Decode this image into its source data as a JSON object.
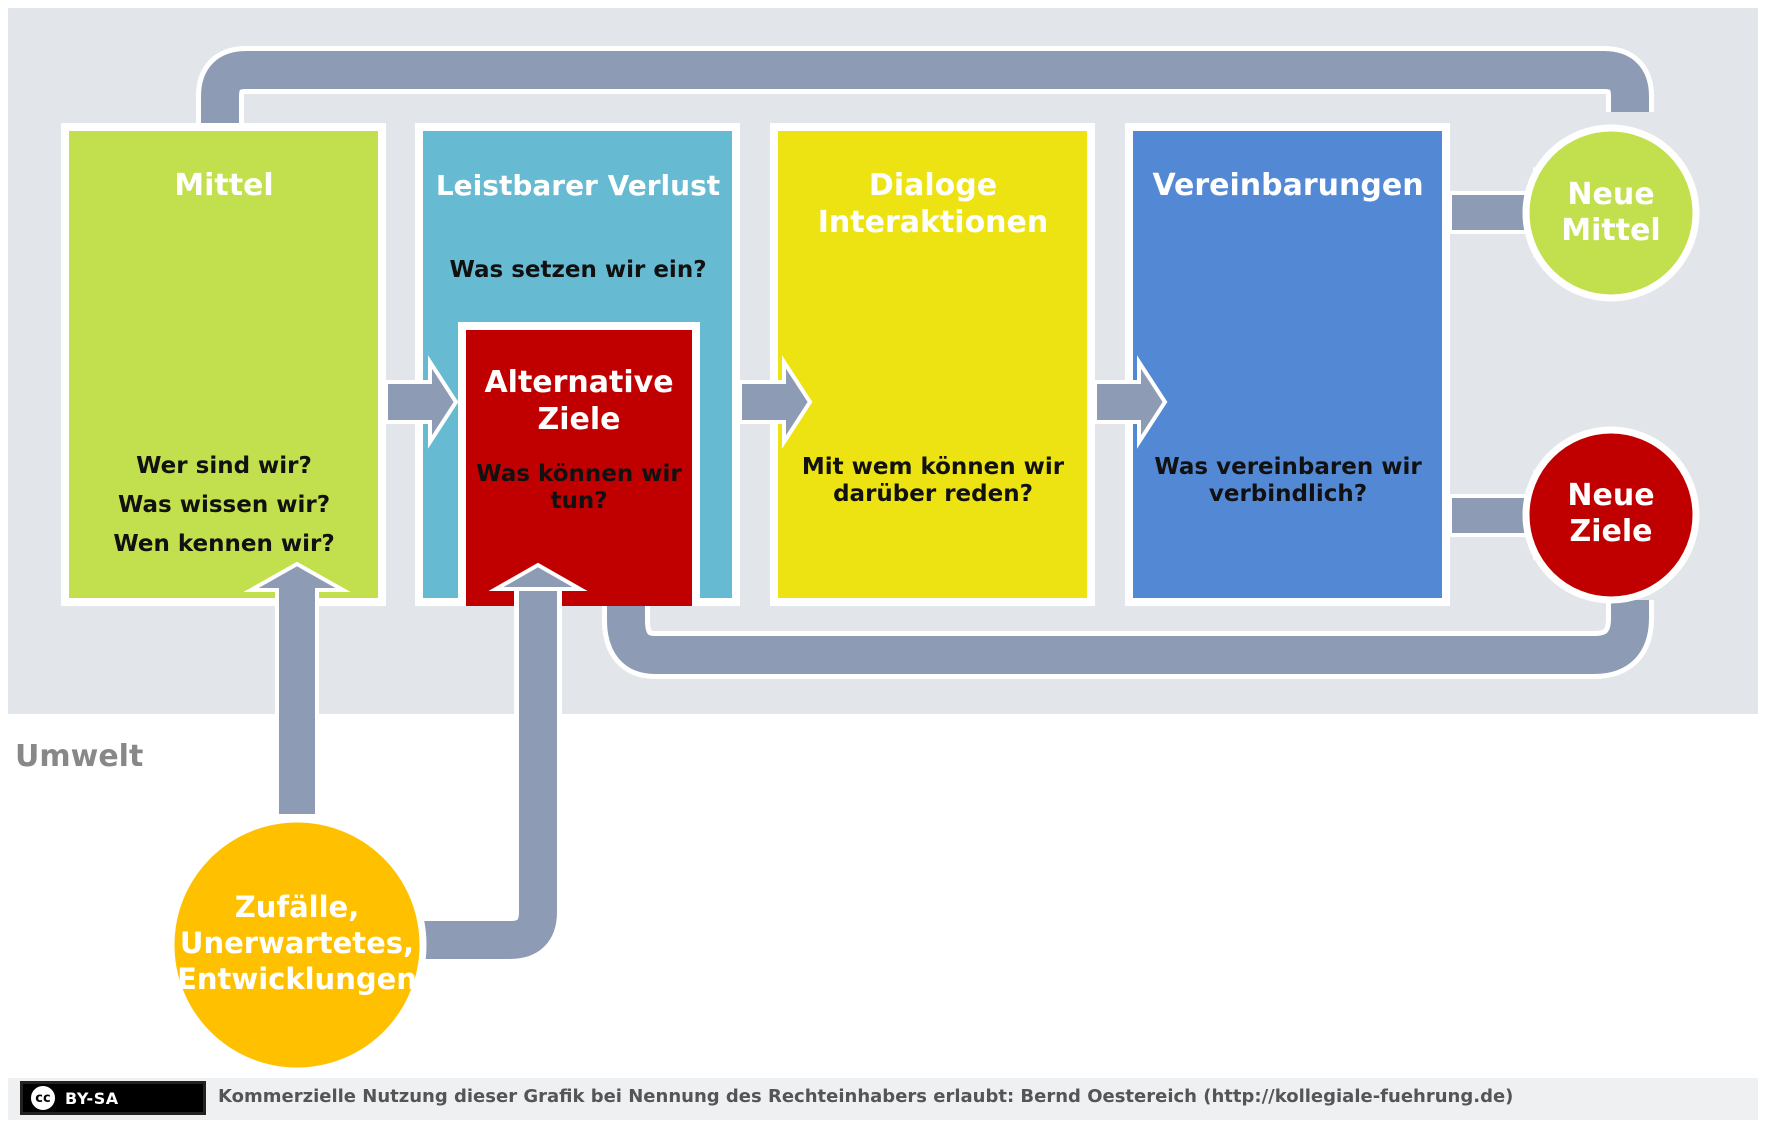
{
  "colors": {
    "background_band": "#e2e6ea",
    "arrow": "#8d9cb4",
    "mittel": "#c2e04d",
    "leistbarer_verlust": "#66bbd2",
    "alternative_ziele": "#c00000",
    "dialoge": "#eee312",
    "vereinbarungen": "#5389d4",
    "zufaelle": "#ffc000"
  },
  "boxes": {
    "mittel": {
      "title": "Mittel",
      "q1": "Wer sind wir?",
      "q2": "Was wissen wir?",
      "q3": "Wen kennen wir?"
    },
    "leistbarer_verlust": {
      "title": "Leistbarer Verlust",
      "question": "Was setzen wir ein?"
    },
    "alternative_ziele": {
      "title_line1": "Alternative",
      "title_line2": "Ziele",
      "question_line1": "Was können wir",
      "question_line2": "tun?"
    },
    "dialoge": {
      "title_line1": "Dialoge",
      "title_line2": "Interaktionen",
      "question_line1": "Mit wem können wir",
      "question_line2": "darüber reden?"
    },
    "vereinbarungen": {
      "title": "Vereinbarungen",
      "question_line1": "Was vereinbaren wir",
      "question_line2": "verbindlich?"
    }
  },
  "circles": {
    "neue_mittel": {
      "line1": "Neue",
      "line2": "Mittel"
    },
    "neue_ziele": {
      "line1": "Neue",
      "line2": "Ziele"
    },
    "zufaelle": {
      "line1": "Zufälle,",
      "line2": "Unerwartetes,",
      "line3": "Entwicklungen"
    }
  },
  "umwelt_label": "Umwelt",
  "license": {
    "badge_left": "cc",
    "badge_right": "BY-SA"
  },
  "credit": "Kommerzielle Nutzung dieser Grafik bei Nennung des Rechteinhabers erlaubt: Bernd Oestereich (http://kollegiale-fuehrung.de)"
}
